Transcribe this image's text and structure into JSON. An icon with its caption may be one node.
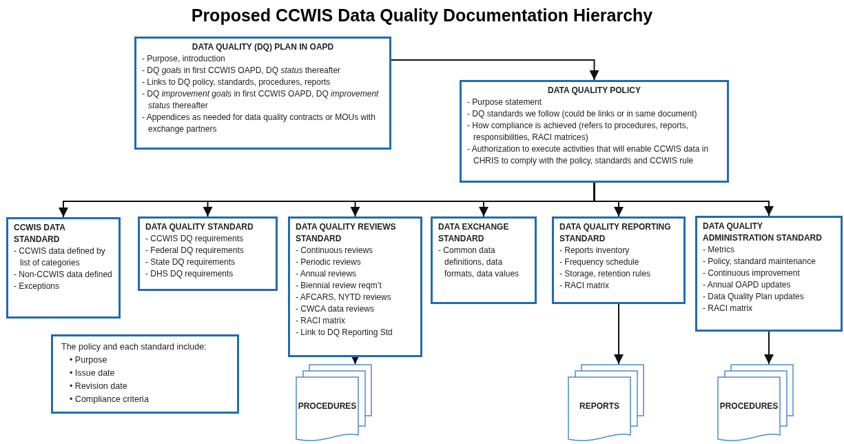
{
  "diagram": {
    "title": "Proposed CCWIS Data Quality Documentation Hierarchy",
    "nodes": [
      {
        "text": [
          "DATA QUALITY (DQ) PLAN IN OAPD",
          "- Purpose, introduction",
          "- DQ *goals* in first CCWIS OAPD, DQ *status* thereafter",
          "- Links to DQ policy, standards, procedures, reports",
          "- DQ *improvement goals* in first CCWIS OAPD, DQ *improvement status* thereafter",
          "- Appendices as needed for data quality contracts or MOUs with exchange partners"
        ]
      },
      {
        "text": [
          "DATA QUALITY POLICY",
          "- Purpose statement",
          "- DQ standards we follow (could be links or in same document)",
          "- How compliance is achieved (refers to procedures, reports, responsibilities, RACI matrices)",
          "- Authorization to execute activities that will enable CCWIS data in CHRIS to comply with the policy, standards and CCWIS rule"
        ]
      },
      {
        "text": [
          "CCWIS DATA STANDARD",
          "- CCWIS data defined by list of categories",
          "- Non-CCWIS data defined",
          "- Exceptions"
        ]
      },
      {
        "text": [
          "DATA QUALITY STANDARD",
          "- CCWIS DQ requirements",
          "- Federal DQ requirements",
          "- State DQ requirements",
          "- DHS DQ requirements"
        ]
      },
      {
        "text": [
          "DATA QUALITY REVIEWS STANDARD",
          "- Continuous reviews",
          "- Periodic reviews",
          "- Annual reviews",
          "- Biennial review reqm’t",
          "- AFCARS, NYTD reviews",
          "- CWCA data reviews",
          "- RACI matrix",
          "- Link to DQ Reporting Std"
        ]
      },
      {
        "text": [
          "DATA EXCHANGE STANDARD",
          "- Common data definitions, data formats, data values"
        ]
      },
      {
        "text": [
          "DATA QUALITY REPORTING STANDARD",
          "- Reports inventory",
          "- Frequency schedule",
          "- Storage, retention rules",
          "- RACI matrix"
        ]
      },
      {
        "text": [
          "DATA QUALITY ADMINISTRATION STANDARD",
          "- Metrics",
          "- Policy, standard maintenance",
          "- Continuous improvement",
          "- Annual OAPD updates",
          "- Data Quality Plan updates",
          "- RACI matrix"
        ]
      },
      {
        "text": [
          "The policy and each standard include:",
          "• Purpose",
          "• Issue date",
          "• Revision date",
          "• Compliance criteria"
        ]
      },
      {
        "text": [
          "PROCEDURES"
        ]
      },
      {
        "text": [
          "REPORTS"
        ]
      },
      {
        "text": [
          "PROCEDURES"
        ]
      }
    ],
    "edges": [
      {
        "from": 0,
        "to": 1,
        "arrow": "to"
      },
      {
        "from": 1,
        "to": 2,
        "arrow": "to"
      },
      {
        "from": 1,
        "to": 3,
        "arrow": "to"
      },
      {
        "from": 1,
        "to": 4,
        "arrow": "to"
      },
      {
        "from": 1,
        "to": 5,
        "arrow": "to"
      },
      {
        "from": 1,
        "to": 6,
        "arrow": "to"
      },
      {
        "from": 1,
        "to": 7,
        "arrow": "to"
      },
      {
        "from": 4,
        "to": 9,
        "arrow": "to"
      },
      {
        "from": 6,
        "to": 10,
        "arrow": "to"
      },
      {
        "from": 7,
        "to": 11,
        "arrow": "to"
      }
    ]
  }
}
